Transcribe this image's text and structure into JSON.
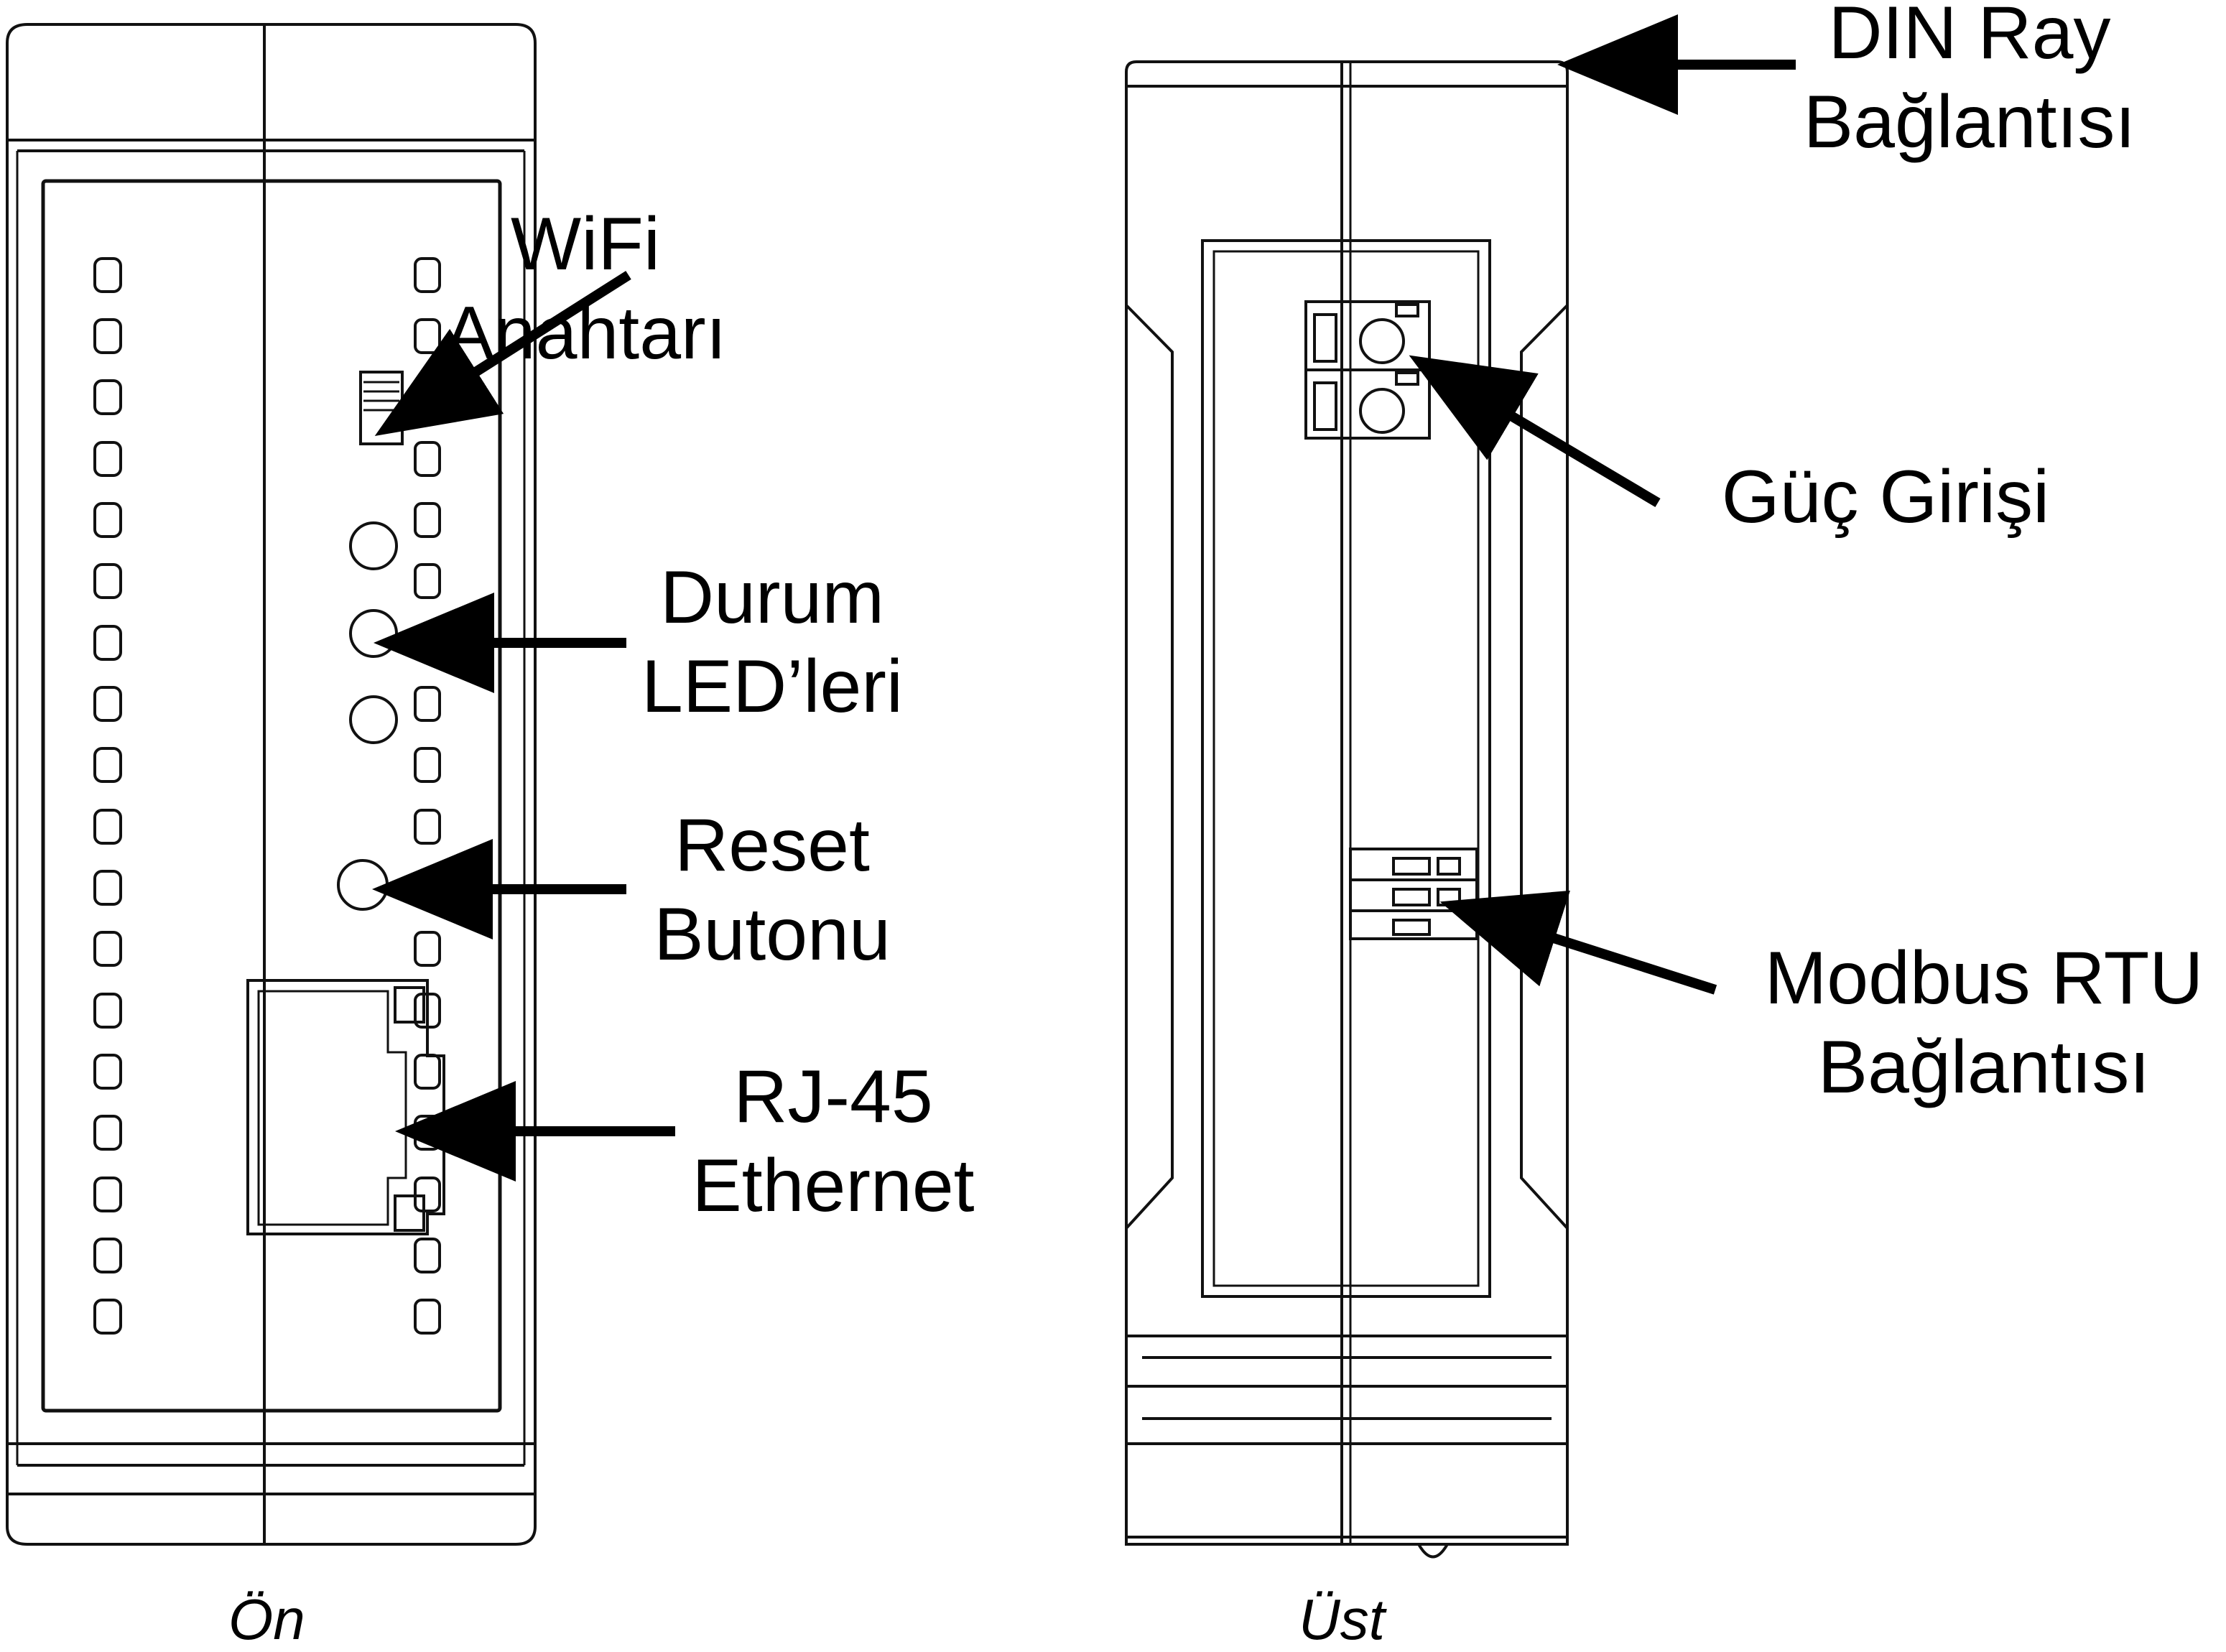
{
  "front_view": {
    "caption": "Ön",
    "callouts": {
      "wifi_switch": [
        "WiFi",
        "Anahtarı"
      ],
      "status_leds": [
        "Durum",
        "LED’leri"
      ],
      "reset_button": [
        "Reset",
        "Butonu"
      ],
      "rj45": [
        "RJ-45",
        "Ethernet"
      ]
    }
  },
  "top_view": {
    "caption": "Üst",
    "callouts": {
      "din_rail": [
        "DIN Ray",
        "Bağlantısı"
      ],
      "power_input": [
        "Güç Girişi"
      ],
      "modbus_rtu": [
        "Modbus RTU",
        "Bağlantısı"
      ]
    }
  }
}
